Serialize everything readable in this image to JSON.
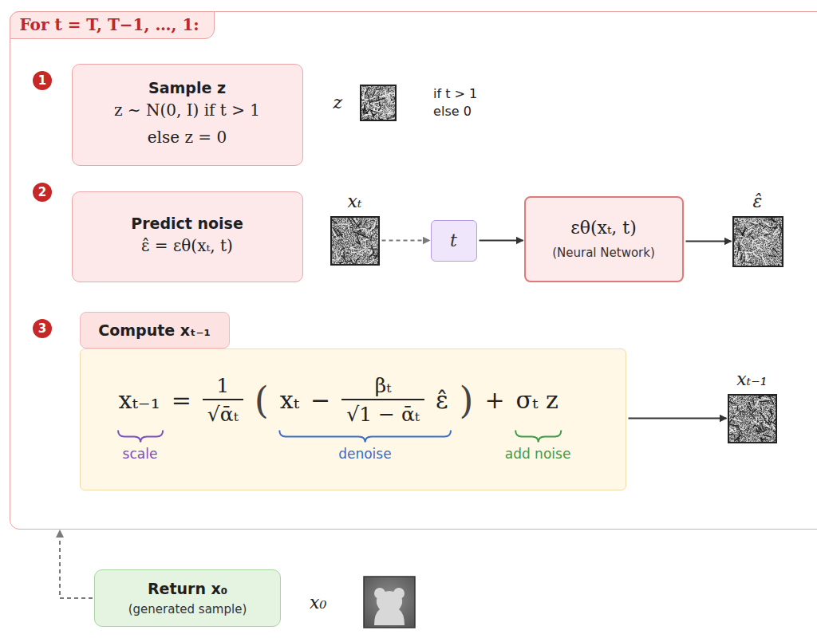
{
  "diagram": {
    "nodes": [
      {
        "text": [
          "For t = T, T−1, …, 1:"
        ]
      },
      {
        "text": [
          "Sample z",
          "z ∼ N(0, I) if t > 1 else z = 0"
        ],
        "in": 0
      },
      {
        "text": [
          "z",
          "if t > 1 else 0"
        ],
        "in": 0
      },
      {
        "text": [
          "Predict noise",
          "ε̂ = εθ(xₜ, t)"
        ],
        "in": 0
      },
      {
        "text": [
          "xₜ"
        ],
        "in": 0
      },
      {
        "text": [
          "t"
        ],
        "in": 0
      },
      {
        "text": [
          "εθ(xₜ, t)",
          "(Neural Network)"
        ],
        "in": 0
      },
      {
        "text": [
          "ε̂"
        ],
        "in": 0
      },
      {
        "text": [
          "Compute xₜ₋₁"
        ],
        "in": 0
      },
      {
        "text": [
          "xₜ₋₁",
          "=",
          "1",
          "√ᾱₜ",
          "(",
          "xₜ",
          "−",
          "βₜ",
          "√1 − ᾱₜ",
          "ε̂",
          ")",
          "+",
          "σₜ z",
          "scale",
          "denoise",
          "add noise"
        ],
        "in": 0
      },
      {
        "text": [
          "xₜ₋₁"
        ],
        "in": 0
      },
      {
        "text": [
          "Return x₀",
          "(generated sample)"
        ]
      },
      {
        "text": [
          "x₀"
        ]
      }
    ],
    "edges": [
      {
        "from": 4,
        "to": 5,
        "arrow": "to"
      },
      {
        "from": 5,
        "to": 6,
        "arrow": "to"
      },
      {
        "from": 6,
        "to": 7,
        "arrow": "to"
      },
      {
        "from": 9,
        "to": 10,
        "arrow": "to"
      },
      {
        "from": 11,
        "to": 0,
        "arrow": "to"
      }
    ],
    "labels": [
      "1",
      "2",
      "3"
    ]
  }
}
